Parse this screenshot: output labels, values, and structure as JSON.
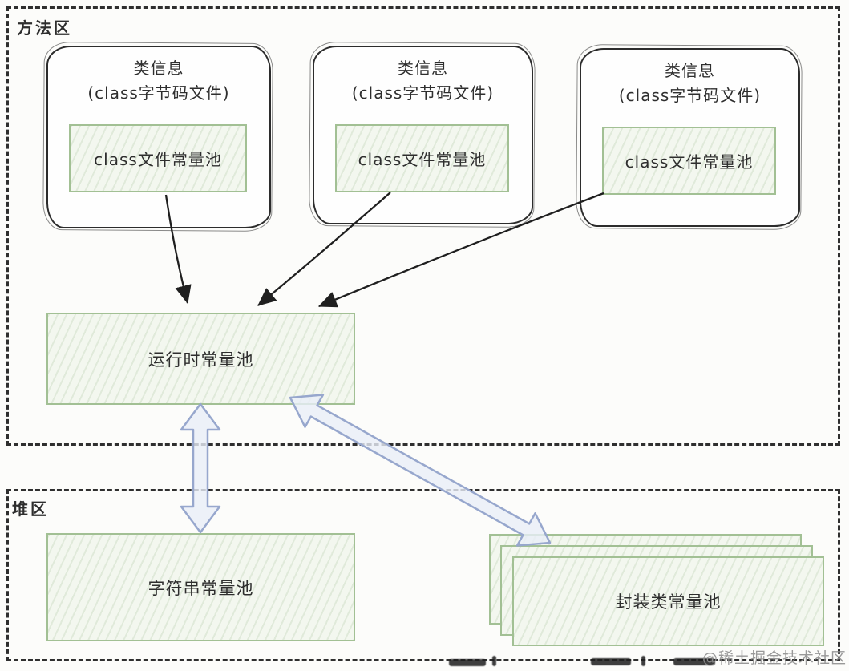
{
  "method_area": {
    "label": "方法区",
    "class_cards": [
      {
        "title": "类信息",
        "subtitle": "(class字节码文件)",
        "pool": "class文件常量池"
      },
      {
        "title": "类信息",
        "subtitle": "(class字节码文件)",
        "pool": "class文件常量池"
      },
      {
        "title": "类信息",
        "subtitle": "(class字节码文件)",
        "pool": "class文件常量池"
      }
    ],
    "runtime_pool": "运行时常量池"
  },
  "heap_area": {
    "label": "堆区",
    "string_pool": "字符串常量池",
    "wrapper_pool": "封装类常量池"
  },
  "watermark": "@稀土掘金技术社区",
  "colors": {
    "green_border": "#a2c094",
    "green_fill": "#f3f7ef",
    "sketch_line": "#2c2c2c",
    "black_arrow": "#1f1f1f",
    "blue_arrow_stroke": "#97a7cd",
    "blue_arrow_fill": "#e9eef8",
    "watermark_gray": "#8f8f8f"
  }
}
